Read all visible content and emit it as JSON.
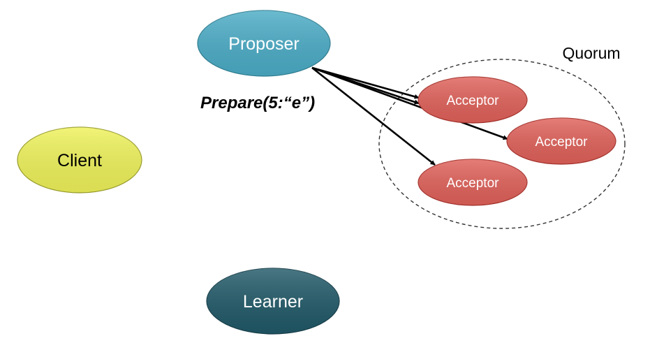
{
  "nodes": {
    "proposer": {
      "label": "Proposer",
      "color": "#4BACC6"
    },
    "client": {
      "label": "Client",
      "color": "#EEF25A"
    },
    "learner": {
      "label": "Learner",
      "color": "#215968"
    },
    "acceptors": [
      {
        "label": "Acceptor",
        "color": "#E0615A"
      },
      {
        "label": "Acceptor",
        "color": "#E0615A"
      },
      {
        "label": "Acceptor",
        "color": "#E0615A"
      }
    ]
  },
  "quorum": {
    "label": "Quorum"
  },
  "message": {
    "label": "Prepare(5:“e”)"
  }
}
